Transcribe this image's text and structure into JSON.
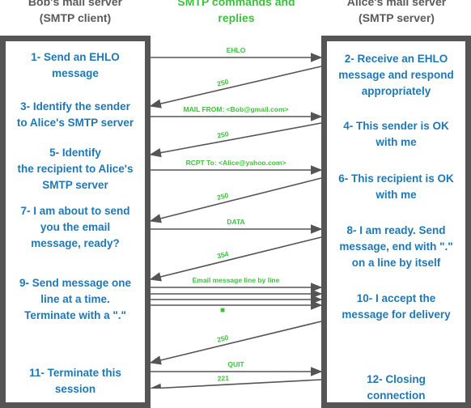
{
  "headers": {
    "client": [
      "Bob's mail server",
      "(SMTP client)"
    ],
    "commands": [
      "SMTP commands and",
      "replies"
    ],
    "server": [
      "Alice's mail server",
      "(SMTP server)"
    ]
  },
  "client_steps": [
    [
      "1- Send an EHLO",
      "message"
    ],
    [
      "3- Identify the sender",
      "to Alice's SMTP server"
    ],
    [
      "5- Identify",
      "the recipient to Alice's",
      "SMTP server"
    ],
    [
      "7- I am about to send",
      "you the email",
      "message, ready?"
    ],
    [
      "9- Send message one",
      "line at a time.",
      "Terminate with a \".\""
    ],
    [
      "11- Terminate this",
      "session"
    ]
  ],
  "server_steps": [
    [
      "2- Receive an EHLO",
      "message and respond",
      "appropriately"
    ],
    [
      "4- This sender is OK",
      "with me"
    ],
    [
      "6- This recipient is OK",
      "with me"
    ],
    [
      "8-  I am ready. Send",
      "message, end with \".\"",
      "on a line by itself"
    ],
    [
      "10-  I accept the",
      "message for delivery"
    ],
    [
      "12-  Closing",
      "connection"
    ]
  ],
  "messages": [
    {
      "label": "EHLO",
      "direction": "client-to-server"
    },
    {
      "label": "250",
      "direction": "server-to-client"
    },
    {
      "label": "MAIL FROM: <Bob@gmail.com>",
      "direction": "client-to-server"
    },
    {
      "label": "250",
      "direction": "server-to-client"
    },
    {
      "label": "RCPT To: <Alice@yahoo.com>",
      "direction": "client-to-server"
    },
    {
      "label": "250",
      "direction": "server-to-client"
    },
    {
      "label": "DATA",
      "direction": "client-to-server"
    },
    {
      "label": "354",
      "direction": "server-to-client"
    },
    {
      "label": "Email message line by line",
      "direction": "client-to-server"
    },
    {
      "label": "",
      "direction": "client-to-server"
    },
    {
      "label": "",
      "direction": "client-to-server"
    },
    {
      "label": "",
      "direction": "client-to-server"
    },
    {
      "label": "250",
      "direction": "server-to-client"
    },
    {
      "label": "QUIT",
      "direction": "client-to-server"
    },
    {
      "label": "221",
      "direction": "server-to-client"
    }
  ],
  "terminator_mark": "■",
  "colors": {
    "step_text": "#1f78b4",
    "message_text": "#3fbf3f",
    "panel_border": "#555555",
    "arrow": "#555555"
  }
}
